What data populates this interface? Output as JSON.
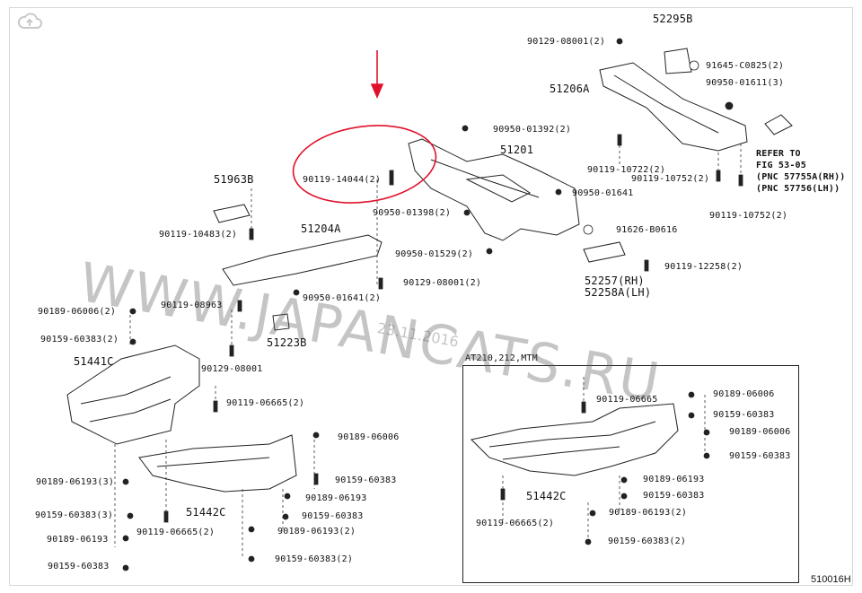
{
  "diagram": {
    "inset_title": "AT210,212,MTM",
    "doc_code": "510016H",
    "watermark": "WWW.JAPANCATS.RU",
    "watermark_date": "23.11.2016",
    "refer_note": [
      "REFER TO",
      "FIG 53-05",
      "(PNC 57755A(RH))",
      "(PNC 57756(LH))"
    ],
    "labels": [
      {
        "id": "p52295b",
        "text": "52295B"
      },
      {
        "id": "p90129_08001a",
        "text": "90129-08001(2)"
      },
      {
        "id": "p91645",
        "text": "91645-C0825(2)"
      },
      {
        "id": "p51206a",
        "text": "51206A"
      },
      {
        "id": "p90950_01611",
        "text": "90950-01611(3)"
      },
      {
        "id": "p90950_01392",
        "text": "90950-01392(2)"
      },
      {
        "id": "p51201",
        "text": "51201"
      },
      {
        "id": "p90119_10722",
        "text": "90119-10722(2)"
      },
      {
        "id": "p90119_10752a",
        "text": "90119-10752(2)"
      },
      {
        "id": "p90119_10752b",
        "text": "90119-10752(2)"
      },
      {
        "id": "p90119_14044",
        "text": "90119-14044(2)"
      },
      {
        "id": "p90950_01641a",
        "text": "90950-01641"
      },
      {
        "id": "p90950_01398",
        "text": "90950-01398(2)"
      },
      {
        "id": "p91626",
        "text": "91626-B0616"
      },
      {
        "id": "p51963b",
        "text": "51963B"
      },
      {
        "id": "p90119_10483",
        "text": "90119-10483(2)"
      },
      {
        "id": "p51204a",
        "text": "51204A"
      },
      {
        "id": "p90950_01529",
        "text": "90950-01529(2)"
      },
      {
        "id": "p90119_12258",
        "text": "90119-12258(2)"
      },
      {
        "id": "p52257",
        "text": "52257(RH)"
      },
      {
        "id": "p52258a",
        "text": "52258A(LH)"
      },
      {
        "id": "p90950_01641b",
        "text": "90950-01641(2)"
      },
      {
        "id": "p90129_08001b",
        "text": "90129-08001(2)"
      },
      {
        "id": "p90189_06006a",
        "text": "90189-06006(2)"
      },
      {
        "id": "p90119_08963",
        "text": "90119-08963"
      },
      {
        "id": "p51223b",
        "text": "51223B"
      },
      {
        "id": "p90159_60383a",
        "text": "90159-60383(2)"
      },
      {
        "id": "p51441c",
        "text": "51441C"
      },
      {
        "id": "p90129_08001c",
        "text": "90129-08001"
      },
      {
        "id": "p90119_06665a",
        "text": "90119-06665(2)"
      },
      {
        "id": "p90189_06006b",
        "text": "90189-06006"
      },
      {
        "id": "p90159_60383b",
        "text": "90159-60383"
      },
      {
        "id": "p90189_06193a",
        "text": "90189-06193(3)"
      },
      {
        "id": "p90189_06193b",
        "text": "90189-06193"
      },
      {
        "id": "p90159_60383c",
        "text": "90159-60383(3)"
      },
      {
        "id": "p51442c_a",
        "text": "51442C"
      },
      {
        "id": "p90159_60383d",
        "text": "90159-60383"
      },
      {
        "id": "p90189_06193c",
        "text": "90189-06193"
      },
      {
        "id": "p90119_06665b",
        "text": "90119-06665(2)"
      },
      {
        "id": "p90189_06193d",
        "text": "90189-06193(2)"
      },
      {
        "id": "p90159_60383e",
        "text": "90159-60383"
      },
      {
        "id": "p90159_60383f",
        "text": "90159-60383(2)"
      },
      {
        "id": "p_in_90119_06665a",
        "text": "90119-06665"
      },
      {
        "id": "p_in_90189_06006a",
        "text": "90189-06006"
      },
      {
        "id": "p_in_90159_60383a",
        "text": "90159-60383"
      },
      {
        "id": "p_in_90189_06006b",
        "text": "90189-06006"
      },
      {
        "id": "p_in_90159_60383b",
        "text": "90159-60383"
      },
      {
        "id": "p_in_51442c",
        "text": "51442C"
      },
      {
        "id": "p_in_90189_06193a",
        "text": "90189-06193"
      },
      {
        "id": "p_in_90159_60383c",
        "text": "90159-60383"
      },
      {
        "id": "p_in_90119_06665b",
        "text": "90119-06665(2)"
      },
      {
        "id": "p_in_90189_06193b",
        "text": "90189-06193(2)"
      },
      {
        "id": "p_in_90159_60383d",
        "text": "90159-60383(2)"
      }
    ]
  }
}
